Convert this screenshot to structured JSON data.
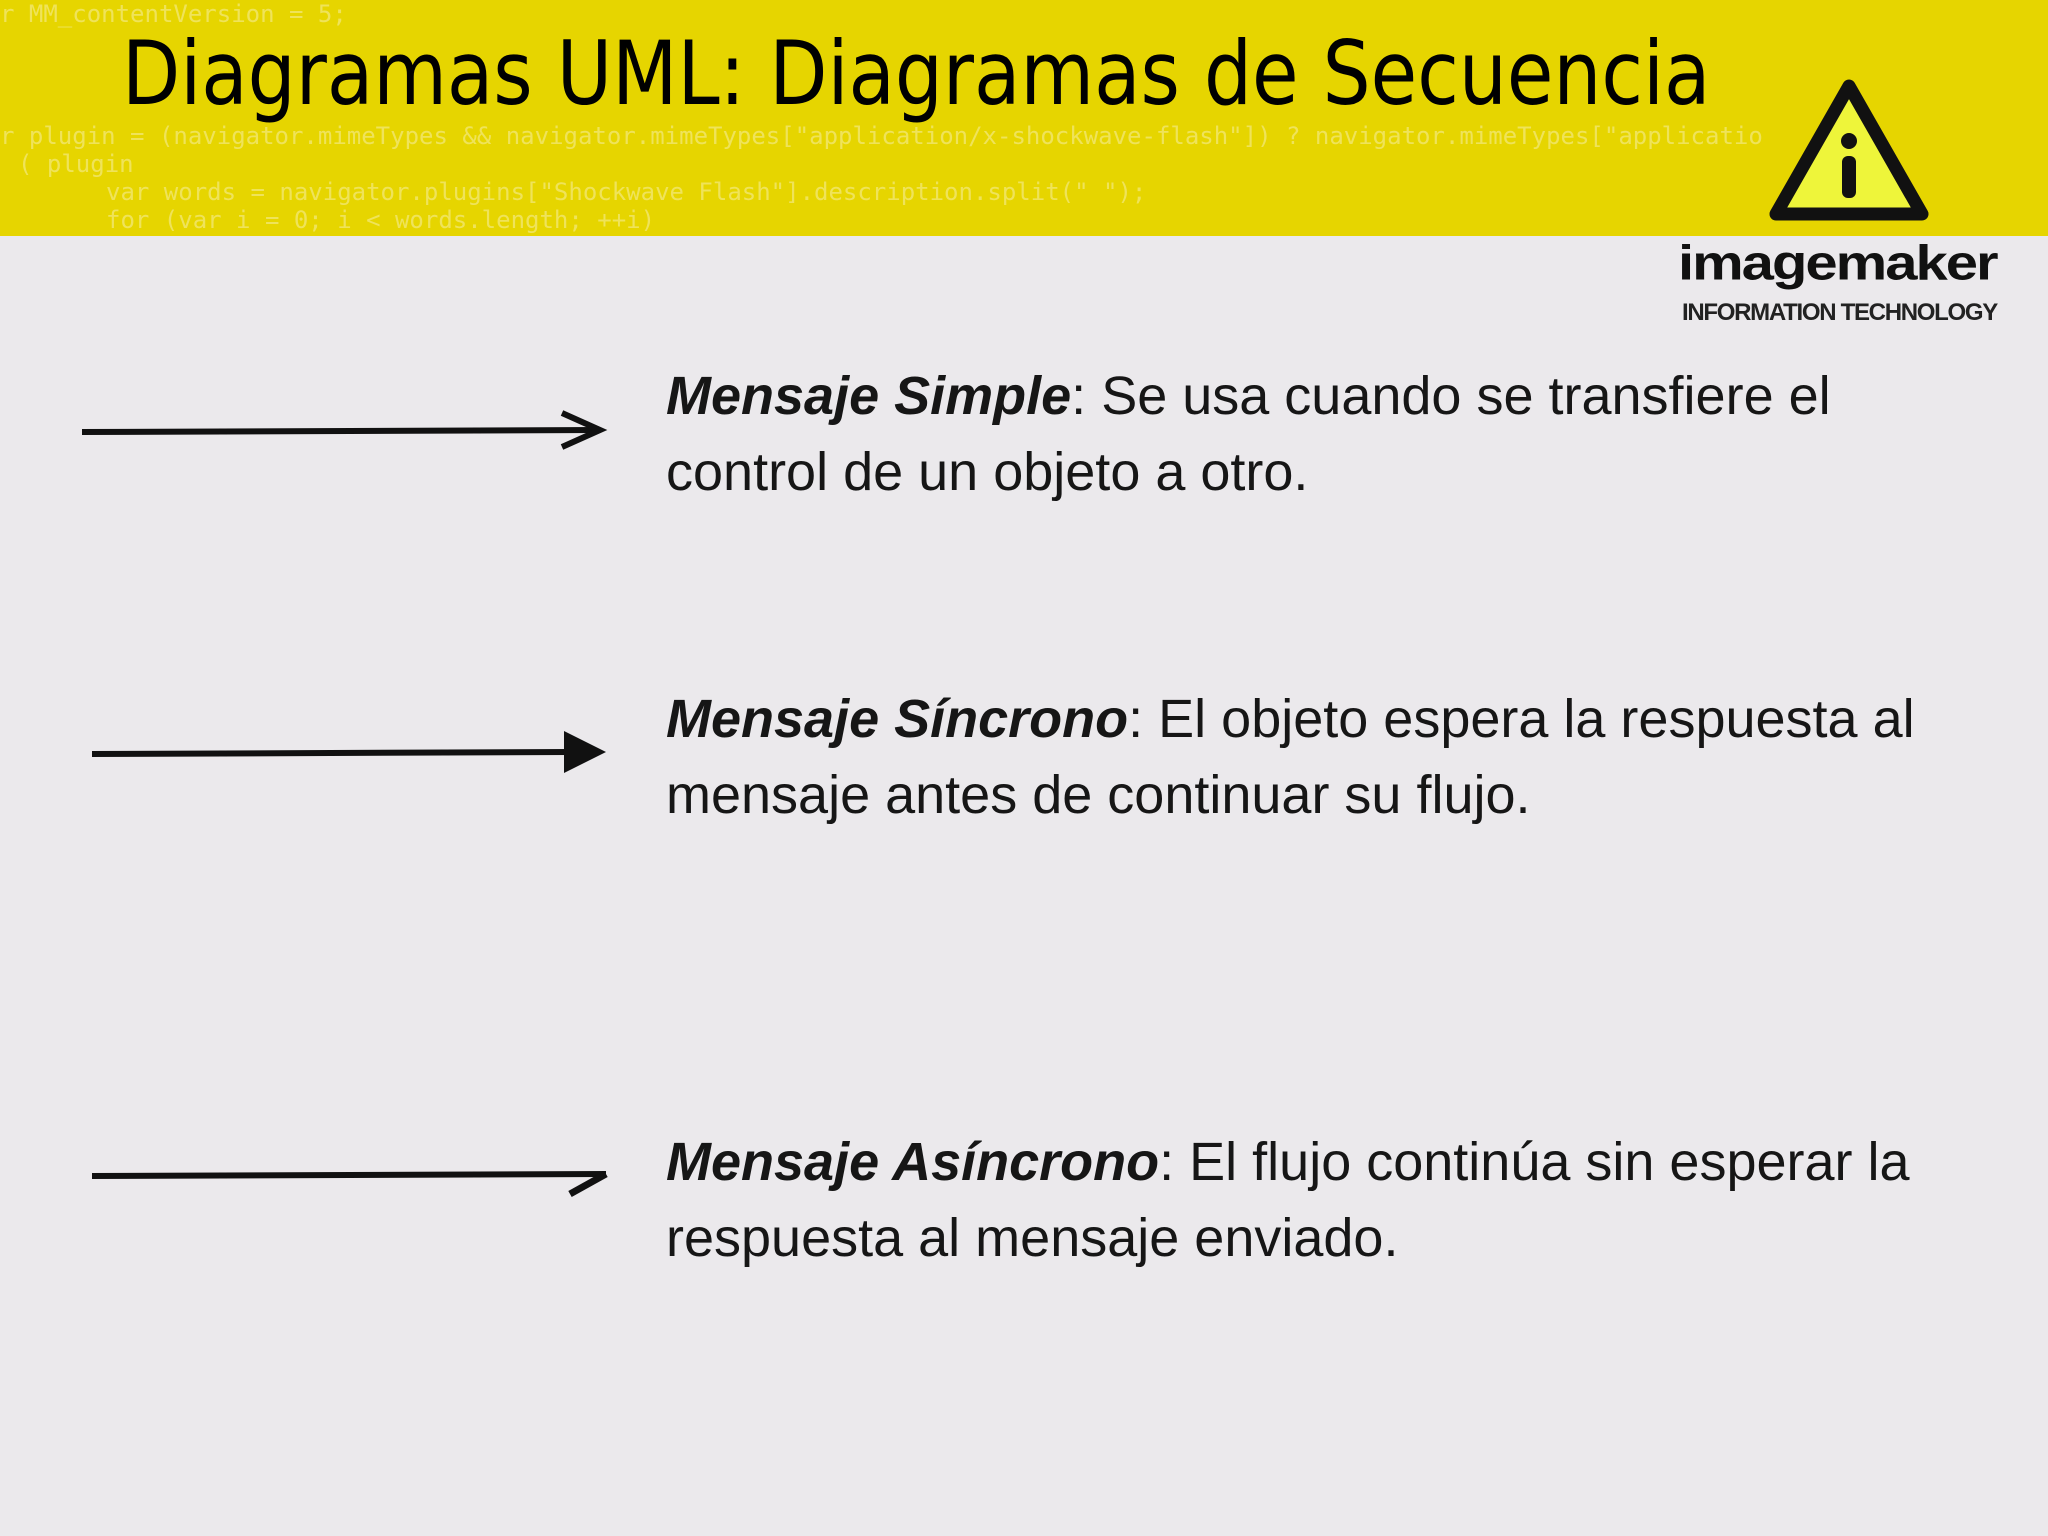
{
  "header": {
    "title": "Diagramas UML: Diagramas de Secuencia",
    "background_code": [
      "r MM_contentVersion = 5;",
      "r plugin = (navigator.mimeTypes && navigator.mimeTypes[\"application/x-shockwave-flash\"]) ? navigator.mimeTypes[\"applicatio",
      "( plugin",
      "var words = navigator.plugins[\"Shockwave Flash\"].description.split(\" \");",
      "for (var i = 0; i < words.length; ++i)"
    ],
    "colors": {
      "band": "#e6d500",
      "background": "#ebe9ec"
    }
  },
  "logo": {
    "icon": "warning-info-triangle-icon",
    "name": "imagemaker",
    "tagline": "INFORMATION TECHNOLOGY"
  },
  "items": [
    {
      "arrow": "open-arrow-icon",
      "term": "Mensaje Simple",
      "separator": ": ",
      "description": "Se usa cuando se transfiere el control de un objeto a otro."
    },
    {
      "arrow": "filled-arrow-icon",
      "term": "Mensaje Síncrono",
      "separator": ": ",
      "description": "El objeto espera la respuesta al mensaje antes de continuar su flujo."
    },
    {
      "arrow": "half-arrow-icon",
      "term": "Mensaje Asíncrono",
      "separator": ": ",
      "description": "El flujo continúa sin esperar la respuesta al mensaje enviado."
    }
  ]
}
